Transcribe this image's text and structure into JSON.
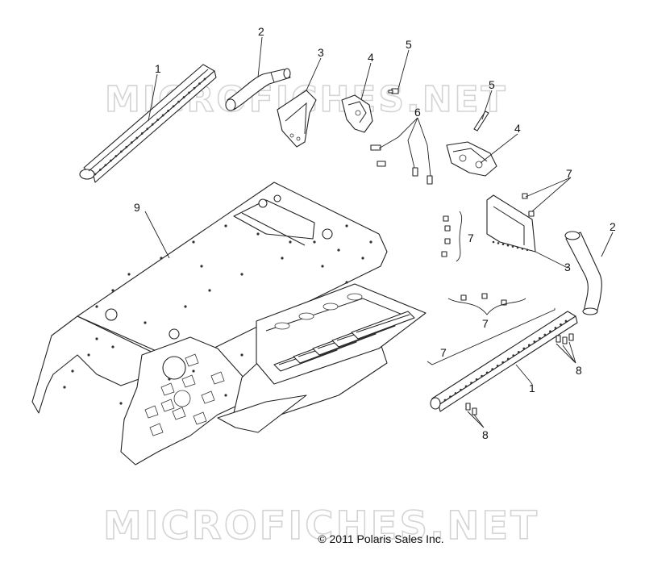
{
  "watermarks": [
    "MICROFICHES.NET",
    "MICROFICHES.NET"
  ],
  "copyright": "© 2011 Polaris Sales Inc.",
  "callouts": [
    {
      "id": "c1a",
      "label": "1"
    },
    {
      "id": "c2a",
      "label": "2"
    },
    {
      "id": "c3a",
      "label": "3"
    },
    {
      "id": "c4a",
      "label": "4"
    },
    {
      "id": "c5a",
      "label": "5"
    },
    {
      "id": "c5b",
      "label": "5"
    },
    {
      "id": "c6",
      "label": "6"
    },
    {
      "id": "c4b",
      "label": "4"
    },
    {
      "id": "c7a",
      "label": "7"
    },
    {
      "id": "c2b",
      "label": "2"
    },
    {
      "id": "c9",
      "label": "9"
    },
    {
      "id": "c7b",
      "label": "7"
    },
    {
      "id": "c3b",
      "label": "3"
    },
    {
      "id": "c7c",
      "label": "7"
    },
    {
      "id": "c7d",
      "label": "7"
    },
    {
      "id": "c8a",
      "label": "8"
    },
    {
      "id": "c1b",
      "label": "1"
    },
    {
      "id": "c8b",
      "label": "8"
    }
  ]
}
